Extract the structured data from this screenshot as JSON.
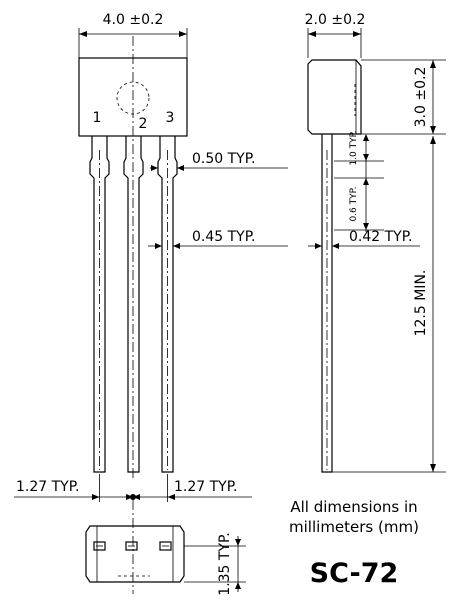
{
  "dimensions": {
    "body_width": "4.0 ±0.2",
    "side_width": "2.0 ±0.2",
    "body_height": "3.0 ±0.2",
    "lead_shoulder": "0.50 TYP.",
    "lead_width_front": "0.45 TYP.",
    "lead_width_side": "0.42 TYP.",
    "shoulder_len": "1.0 TYP.",
    "taper_len": "0.6 TYP.",
    "lead_length": "12.5 MIN.",
    "pitch_left": "1.27 TYP.",
    "pitch_right": "1.27 TYP.",
    "bottom_height": "1.35 TYP."
  },
  "pins": [
    "1",
    "2",
    "3"
  ],
  "note_line1": "All dimensions in",
  "note_line2": "millimeters (mm)",
  "package_name": "SC-72"
}
